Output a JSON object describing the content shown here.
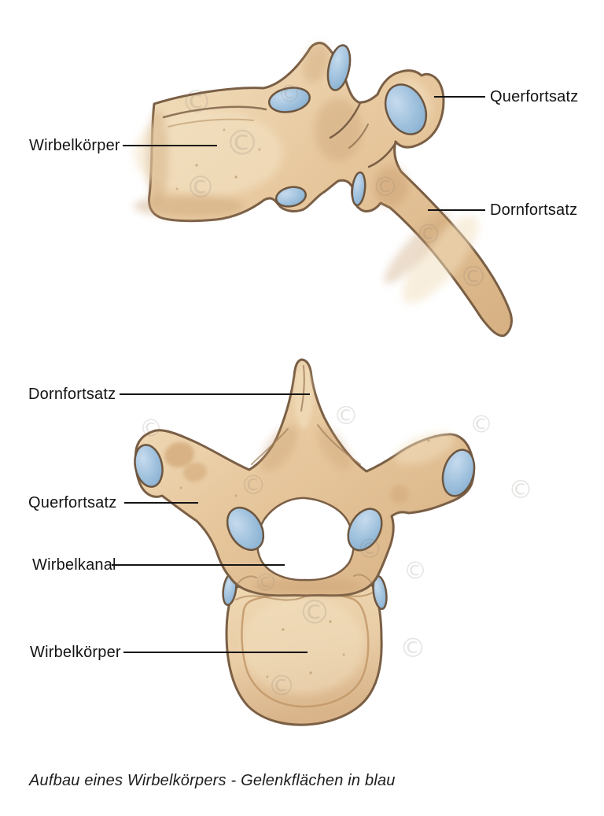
{
  "figure": {
    "caption": "Aufbau eines Wirbelkörpers - Gelenkflächen in blau",
    "watermark_symbol": "©",
    "colors": {
      "background": "#ffffff",
      "bone": "#e7c79d",
      "bone_highlight": "#f2e0bf",
      "bone_shadow": "#d2ab7c",
      "outline": "#7a5f45",
      "facet_blue": "#8fb6d7",
      "facet_blue_light": "#c6dbee",
      "facet_blue_dark": "#7ca7cb",
      "label_text": "#141414",
      "leader_line": "#141414"
    },
    "views": {
      "lateral": {
        "labels": {
          "wirbelkoerper": "Wirbelkörper",
          "querfortsatz": "Querfortsatz",
          "dornfortsatz": "Dornfortsatz"
        }
      },
      "superior": {
        "labels": {
          "dornfortsatz": "Dornfortsatz",
          "querfortsatz": "Querfortsatz",
          "wirbelkanal": "Wirbelkanal",
          "wirbelkoerper": "Wirbelkörper"
        }
      }
    }
  }
}
